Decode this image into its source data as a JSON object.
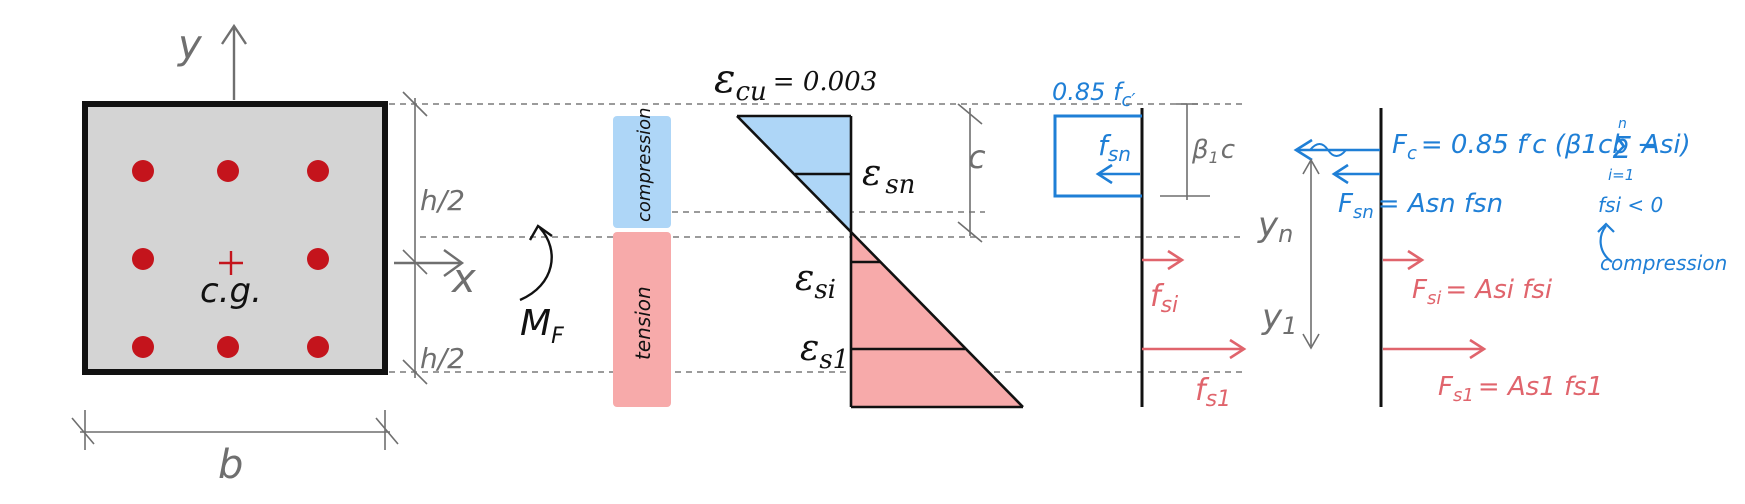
{
  "section": {
    "axis_y_label": "y",
    "axis_x_label": "x",
    "centroid_label": "c.g.",
    "width_label": "b",
    "half_height_top_label": "h/2",
    "half_height_bottom_label": "h/2",
    "moment_label": "M",
    "moment_subscript": "F",
    "colors": {
      "concrete": "#d4d4d4",
      "rebar": "#c4141c",
      "outline": "#111111",
      "centroid": "#c4141c"
    }
  },
  "zones": {
    "compression_label": "compression",
    "tension_label": "tension",
    "colors": {
      "compression": "#aed6f7",
      "tension": "#f7aaaa"
    }
  },
  "strain": {
    "eps_cu_label": "ε",
    "eps_cu_subscript": "cu",
    "eps_cu_value": "= 0.003",
    "eps_sn_label": "ε",
    "eps_sn_subscript": "sn",
    "eps_si_label": "ε",
    "eps_si_subscript": "si",
    "eps_s1_label": "ε",
    "eps_s1_subscript": "s1",
    "neutral_depth_label": "c"
  },
  "stress": {
    "concrete_stress_label": "0.85 f",
    "concrete_stress_prime": "c′",
    "block_depth_label": "β",
    "block_depth_subscript": "1",
    "block_depth_suffix": "c",
    "fsn_label": "f",
    "fsn_subscript": "sn",
    "fsi_label": "f",
    "fsi_subscript": "si",
    "fs1_label": "f",
    "fs1_subscript": "s1",
    "colors": {
      "compression": "#1f7fd6",
      "tension": "#e0646c"
    }
  },
  "forces": {
    "yn_label": "y",
    "yn_subscript": "n",
    "y1_label": "y",
    "y1_subscript": "1",
    "Fc_equation": "F",
    "Fc_subscript": "c",
    "Fc_rhs": "= 0.85 f′c (β1cb −",
    "sum_symbol": "Σ",
    "sum_top": "n",
    "sum_bottom": "i=1",
    "Fc_tail": "Asi)",
    "Fsn_equation": "F",
    "Fsn_subscript": "sn",
    "Fsn_rhs": "= Asn fsn",
    "fsi_condition": "fsi < 0",
    "compression_note": "compression",
    "Fsi_equation": "F",
    "Fsi_subscript": "si",
    "Fsi_rhs": "= Asi fsi",
    "Fs1_equation": "F",
    "Fs1_subscript": "s1",
    "Fs1_rhs": "= As1 fs1"
  }
}
